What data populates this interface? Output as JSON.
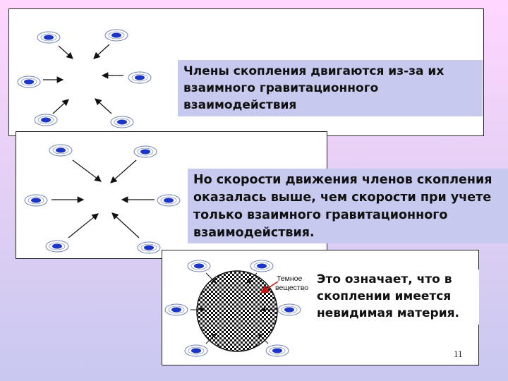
{
  "slide": {
    "callout1": "Члены скопления двигаются из-за их взаимного гравитационного взаимодействия",
    "callout2": "Но скорости движения членов скопления оказалась выше, чем скорости при учете только взаимного гравитационного взаимодействия.",
    "callout3": "Это означает, что в скоплении имеется невидимая материя.",
    "dark_matter_label_1": "Темное",
    "dark_matter_label_2": "вещество",
    "page_number": "11"
  },
  "colors": {
    "galaxy": "#1a35c8",
    "arrow_dark_matter": "#cc1111",
    "callout_bg": "#c7c9ee"
  },
  "icons": [
    "galaxy-icon",
    "arrow-icon",
    "dark-matter-sphere"
  ]
}
